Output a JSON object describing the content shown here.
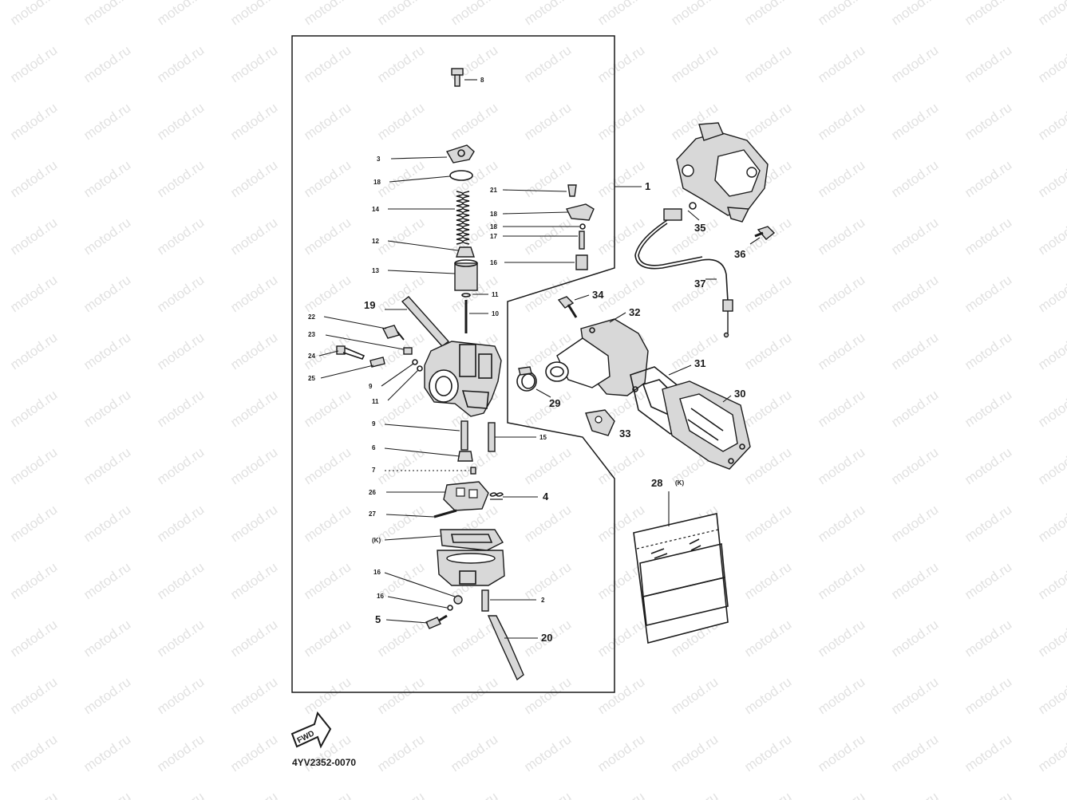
{
  "watermark": "motod.ru",
  "diagram_code": "4YV2352-0070",
  "fwd_label": "FWD",
  "callouts": {
    "c1": "1",
    "c2": "2",
    "c3": "3",
    "c4": "4",
    "c5": "5",
    "c6": "6",
    "c7": "7",
    "c8": "8",
    "c9": "9",
    "c10": "10",
    "c11": "11",
    "c12": "12",
    "c13": "13",
    "c14": "14",
    "c15": "15",
    "c16": "16",
    "c17": "17",
    "c18": "18",
    "c19": "19",
    "c20": "20",
    "c21": "21",
    "c22": "22",
    "c23": "23",
    "c24": "24",
    "c25": "25",
    "c26": "26",
    "c27": "27",
    "c28": "28",
    "c28k": "(K)",
    "c29": "29",
    "c30": "30",
    "c31": "31",
    "c32": "32",
    "c33": "33",
    "c34": "34",
    "c35": "35",
    "c36": "36",
    "c37": "37"
  }
}
